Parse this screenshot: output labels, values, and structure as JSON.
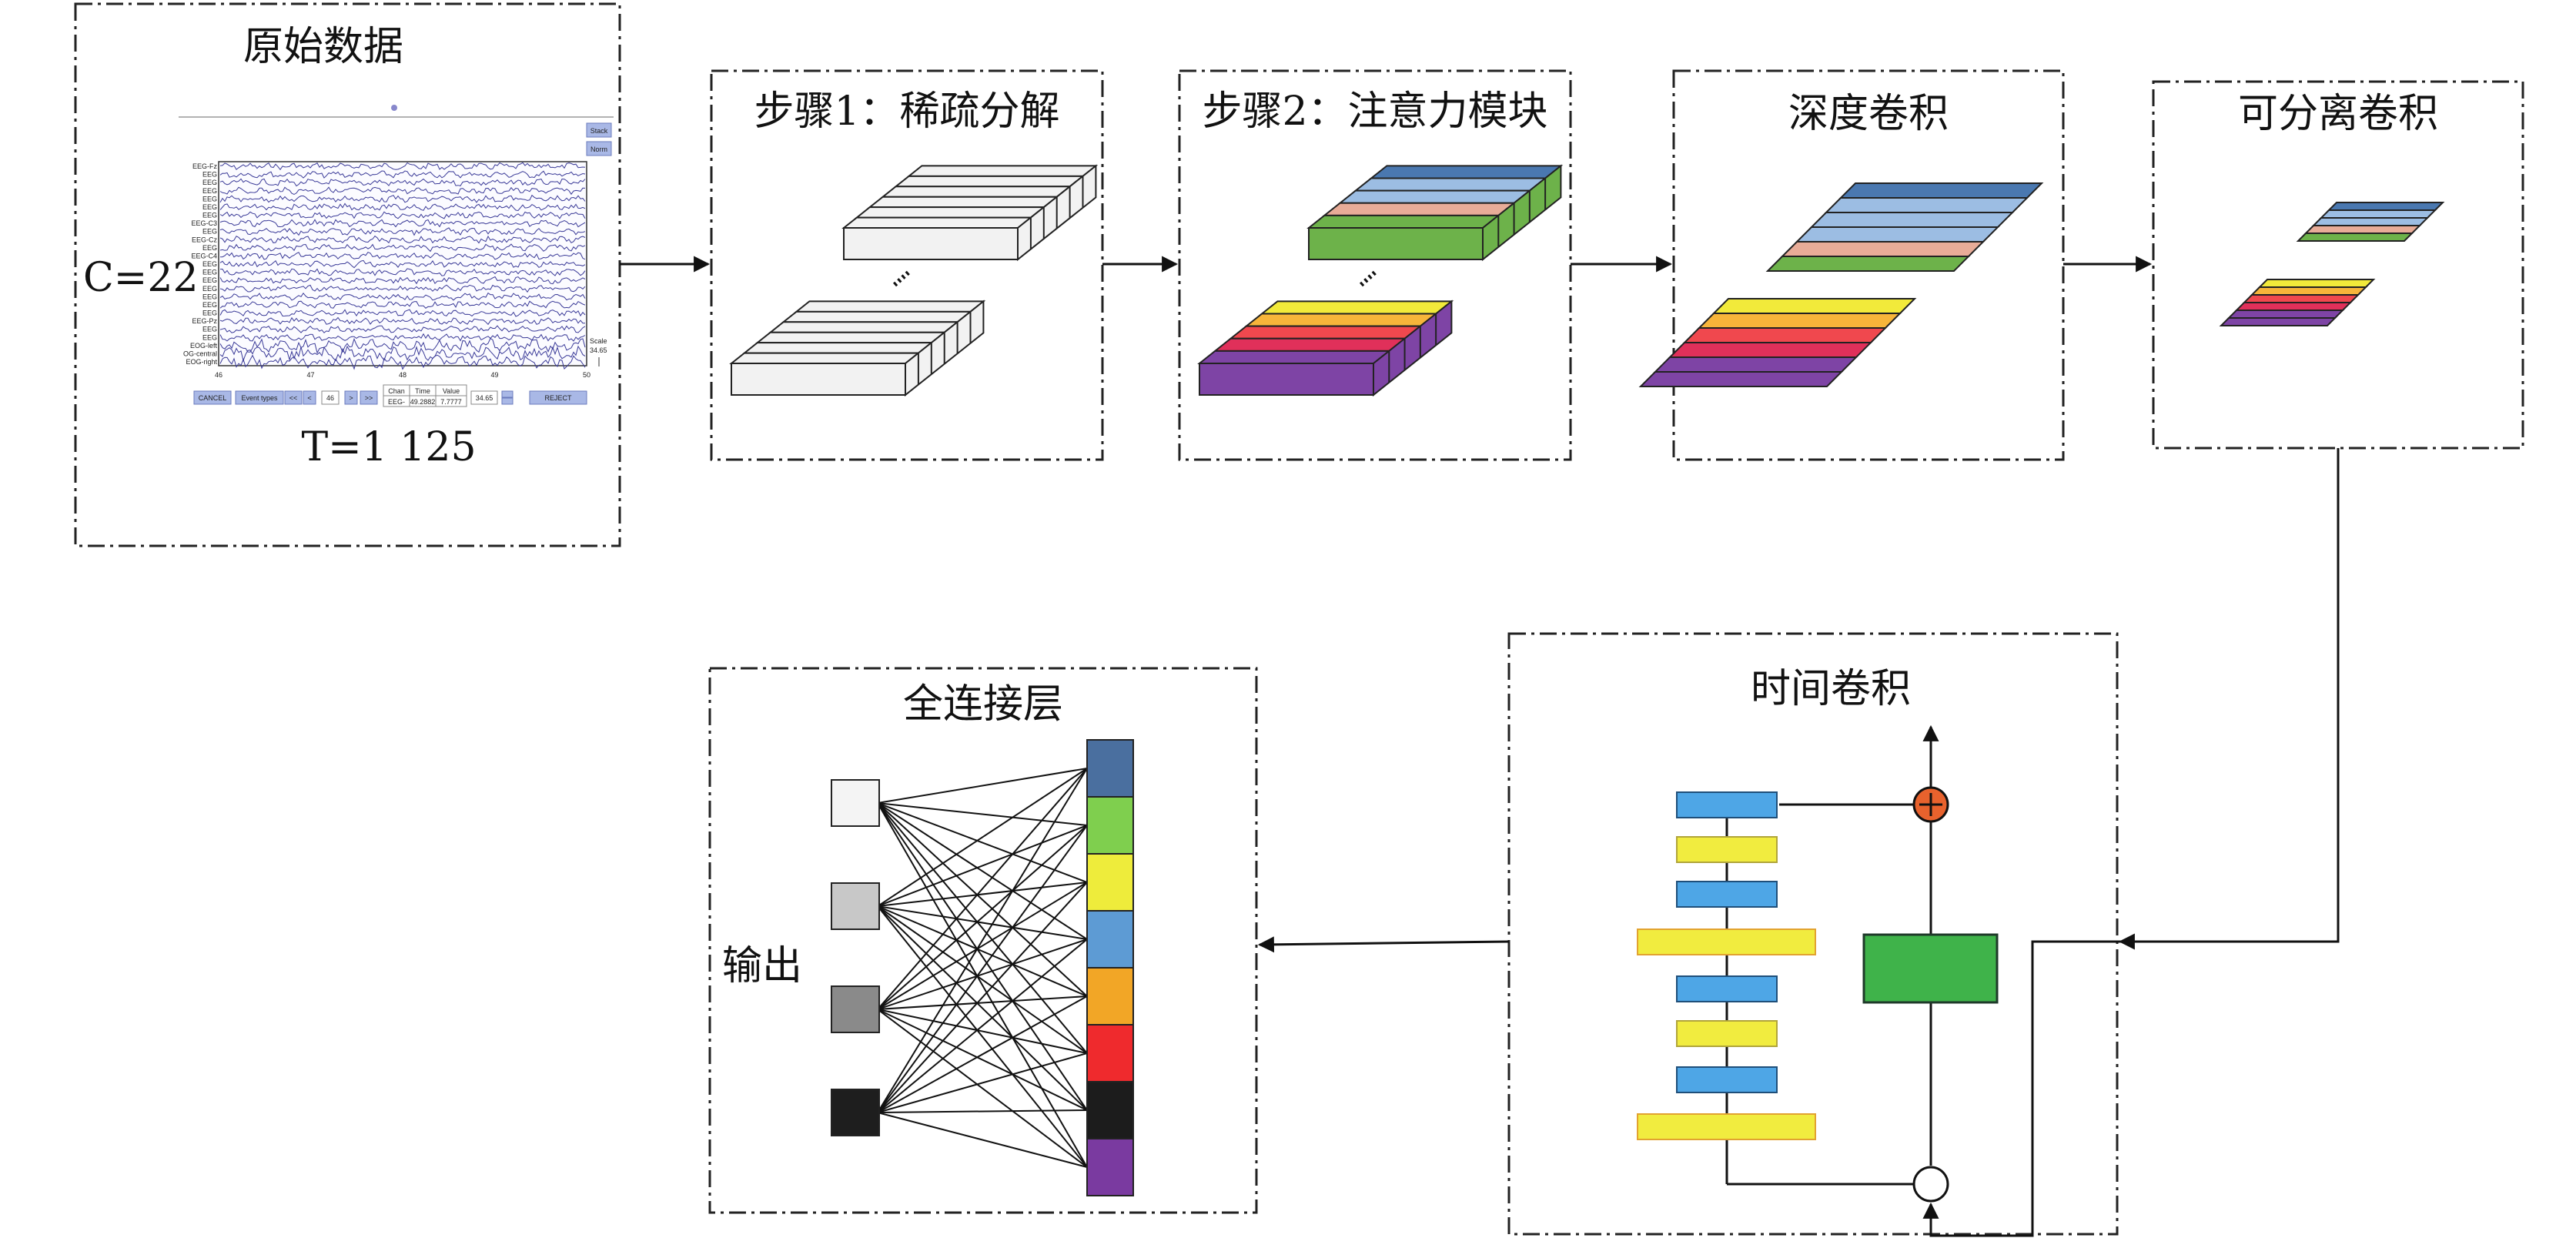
{
  "boxes": {
    "raw": {
      "title": "原始数据",
      "channels_label": "C=22",
      "time_label": "T=1 125"
    },
    "step1": {
      "title": "步骤1：稀疏分解"
    },
    "step2": {
      "title": "步骤2：注意力模块"
    },
    "depth": {
      "title": "深度卷积"
    },
    "separable": {
      "title": "可分离卷积"
    },
    "temporal": {
      "title": "时间卷积"
    },
    "fc": {
      "title": "全连接层",
      "output_label": "输出"
    }
  },
  "eeg": {
    "channel_labels": [
      "EEG-Fz",
      "EEG",
      "EEG",
      "EEG",
      "EEG",
      "EEG",
      "EEG",
      "EEG-C3",
      "EEG",
      "EEG-Cz",
      "EEG",
      "EEG-C4",
      "EEG",
      "EEG",
      "EEG",
      "EEG",
      "EEG",
      "EEG",
      "EEG",
      "EEG-Pz",
      "EEG",
      "EEG",
      "EOG-left",
      "OG-central",
      "EOG-right"
    ],
    "x_ticks": [
      "46",
      "47",
      "48",
      "49",
      "50"
    ],
    "right_buttons": [
      "Stack",
      "Norm"
    ],
    "scale_label": "Scale",
    "scale_value": "34.65",
    "bottom_controls": {
      "cancel": "CANCEL",
      "event_types": "Event types",
      "nav_first": "<<",
      "nav_prev": "<",
      "page_value": "46",
      "nav_next": ">",
      "nav_last": ">>",
      "chan_header": "Chan",
      "time_header": "Time",
      "value_header": "Value",
      "chan_value": "EEG-",
      "time_value": "49.2882",
      "value_value": "7.7777",
      "scale_input": "34.65",
      "reject": "REJECT"
    }
  },
  "colors": {
    "stripes": [
      "#4a78b0",
      "#9cbde3",
      "#9cbde3",
      "#e8ac98",
      "#6db24a"
    ],
    "freq_stripes": [
      "#f2ea3a",
      "#f7b53a",
      "#f0484e",
      "#e0305a",
      "#7e44a5"
    ],
    "temporal_blue": "#4ea6e6",
    "temporal_yellow": "#f1ec3f",
    "residual_green": "#3fb34a",
    "add_node": "#e8622d",
    "fc_vector": [
      "#4a6f9f",
      "#7fcf4e",
      "#eeec3b",
      "#5d9bd4",
      "#f2a626",
      "#ef2a2d",
      "#1c1c1c",
      "#7a3aa0"
    ],
    "outputs": [
      "#f4f4f4",
      "#c8c8c8",
      "#8a8a8a",
      "#1e1e1e"
    ]
  }
}
